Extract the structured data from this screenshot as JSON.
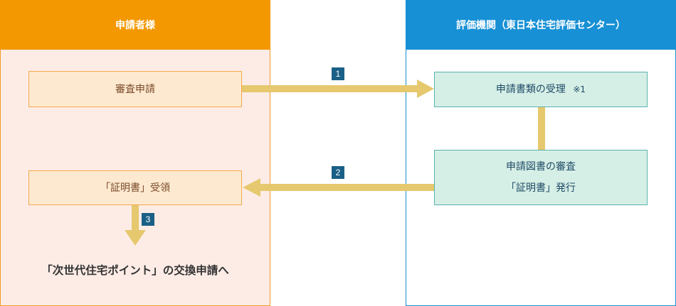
{
  "applicant": {
    "header": "申請者様",
    "apply_box": "審査申請",
    "receive_box": "「証明書」受領",
    "final_text": "「次世代住宅ポイント」の交換申請へ"
  },
  "evaluator": {
    "header": "評価機関（東日本住宅評価センター）",
    "docs_box": "申請書類の受理",
    "docs_note": "※1",
    "review_line1": "申請図書の審査",
    "review_line2": "「証明書」発行"
  },
  "steps": [
    "1",
    "2",
    "3"
  ],
  "colors": {
    "applicant_header": "#f39800",
    "evaluator_header": "#1790d5",
    "arrow": "#e6c86e",
    "badge": "#1a5f86"
  }
}
